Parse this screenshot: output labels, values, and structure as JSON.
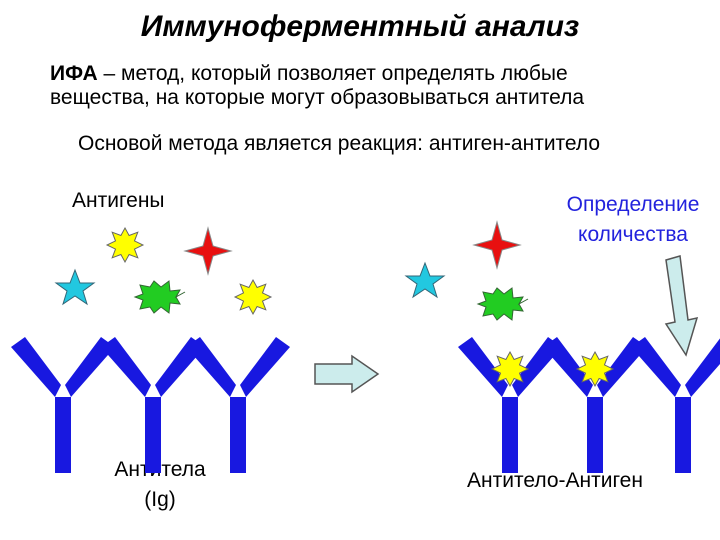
{
  "slide": {
    "title": "Иммуноферментный анализ",
    "intro_term": "ИФА",
    "intro_line1_rest": " – метод, который позволяет определять любые",
    "intro_line2": "вещества, на которые могут образовываться антитела",
    "basis": "Основой метода является реакция: антиген-антитело"
  },
  "labels": {
    "antigens": "Антигены",
    "detection_line1": "Определение",
    "detection_line2": "количества",
    "antibodies_line1": "Антитела",
    "antibodies_line2": "(Ig)",
    "complex": "Антитело-Антиген"
  },
  "colors": {
    "antibody": "#1818e0",
    "yellow_burst": "#ffff00",
    "red_star": "#e81010",
    "cyan_star": "#22c8e0",
    "green_burst": "#22cc22",
    "arrow_fill": "#ccecec",
    "detection_text": "#2222dd"
  }
}
